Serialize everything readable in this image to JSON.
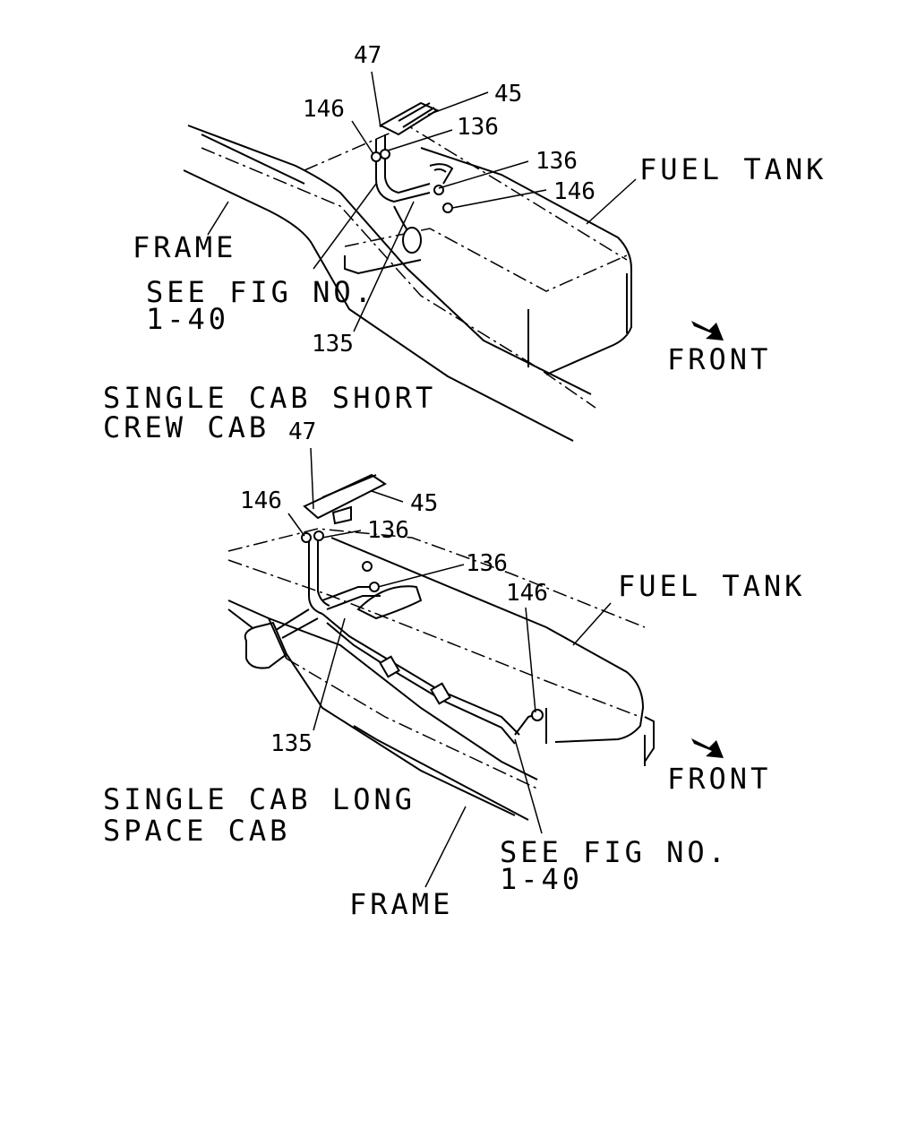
{
  "top_view": {
    "caption_line1": "SINGLE CAB SHORT",
    "caption_line2": "CREW CAB",
    "fuel_tank_label": "FUEL TANK",
    "frame_label": "FRAME",
    "see_fig_line1": "SEE FIG NO.",
    "see_fig_line2": "1-40",
    "front_label": "FRONT",
    "callouts": {
      "p47": "47",
      "p45": "45",
      "p146a": "146",
      "p136a": "136",
      "p136b": "136",
      "p146b": "146",
      "p135": "135"
    }
  },
  "bottom_view": {
    "caption_line1": "SINGLE CAB LONG",
    "caption_line2": "SPACE CAB",
    "fuel_tank_label": "FUEL TANK",
    "frame_label": "FRAME",
    "see_fig_line1": "SEE FIG NO.",
    "see_fig_line2": "1-40",
    "front_label": "FRONT",
    "callouts": {
      "p47": "47",
      "p45": "45",
      "p146a": "146",
      "p136a": "136",
      "p136b": "136",
      "p146b": "146",
      "p135": "135"
    }
  }
}
